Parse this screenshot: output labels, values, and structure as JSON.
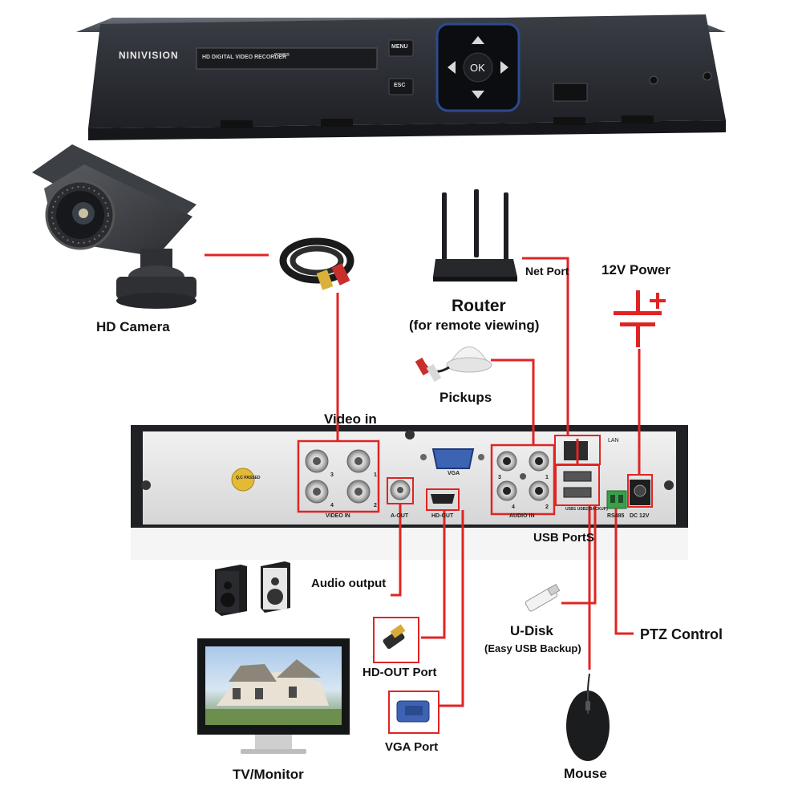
{
  "dvr_front": {
    "brand": "NINIVISION",
    "model_label": "HD DIGITAL VIDEO RECORDER",
    "power_label": "POWER",
    "menu_label": "MENU",
    "esc_label": "ESC",
    "ok_label": "OK"
  },
  "dvr_back": {
    "video_in_label": "VIDEO IN",
    "a_out_label": "A-OUT",
    "vga_label": "VGA",
    "hd_out_label": "HD-OUT",
    "audio_in_label": "AUDIO IN",
    "lan_label": "LAN",
    "usb_ports_label": "USB1  USB2(BACKUP)",
    "rs485_label": "RS485",
    "dc_label": "DC 12V",
    "qc_label": "Q.C PASSED",
    "port_numbers": [
      "3",
      "1",
      "4",
      "2"
    ]
  },
  "labels": {
    "hd_camera": "HD Camera",
    "video_in": "Video in",
    "router": "Router",
    "router_sub": "(for remote viewing)",
    "net_port": "Net Port",
    "power_12v": "12V Power",
    "pickups": "Pickups",
    "usb_ports": "USB PortS",
    "audio_output": "Audio output",
    "u_disk": "U-Disk",
    "u_disk_sub": "(Easy USB Backup)",
    "ptz_control": "PTZ Control",
    "hd_out_port": "HD-OUT Port",
    "vga_port": "VGA Port",
    "tv_monitor": "TV/Monitor",
    "mouse": "Mouse"
  },
  "colors": {
    "connector_line": "#e02424",
    "dvr_body": "#2a2d33",
    "back_panel": "#e6e6e6"
  }
}
